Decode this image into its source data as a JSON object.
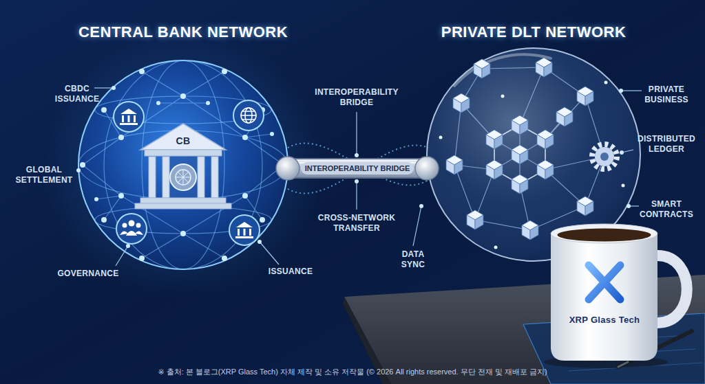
{
  "diagram": {
    "caption": "※ 출처: 본 블로그(XRP Glass Tech) 자체 제작 및 소유 저작물 (© 2026 All rights reserved. 무단 전재 및 재배포 금지)",
    "nodes": [
      {
        "text": [
          "CENTRAL BANK NETWORK"
        ]
      },
      {
        "text": [
          "PRIVATE DLT NETWORK"
        ]
      }
    ],
    "edges": [
      {
        "from": 0,
        "to": 1,
        "arrow": "none",
        "label": "INTEROPERABILITY BRIDGE"
      }
    ],
    "labels": [
      "CBDC ISSUANCE",
      "GLOBAL SETTLEMENT",
      "GOVERNANCE",
      "ISSUANCE",
      "CB",
      "INTEROPERABILITY BRIDGE",
      "CROSS-NETWORK TRANSFER",
      "DATA SYNC",
      "PRIVATE BUSINESS",
      "DISTRIBUTED LEDGER",
      "SMART CONTRACTS",
      "XRP Glass Tech"
    ]
  }
}
